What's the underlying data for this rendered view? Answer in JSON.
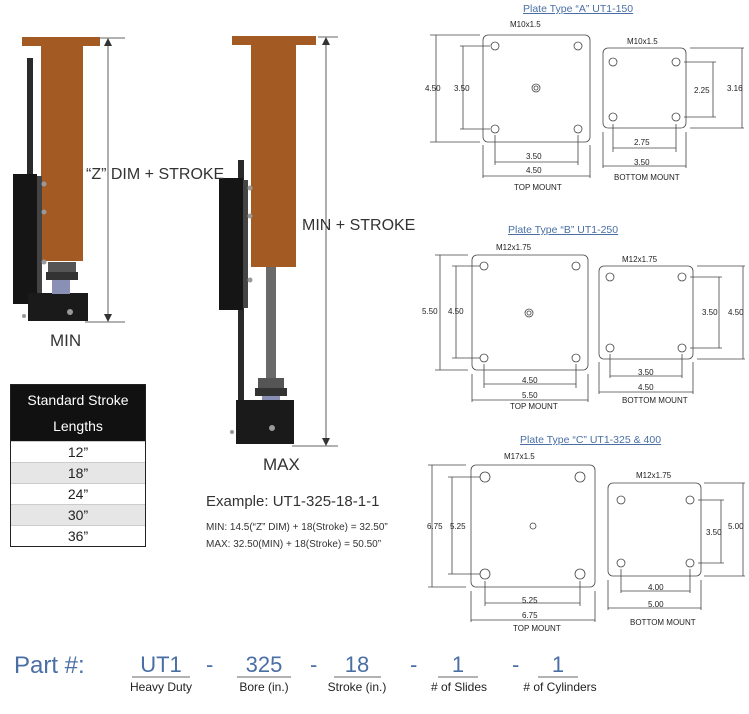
{
  "dimensions": {
    "z_dim_stroke": "“Z” DIM + STROKE",
    "min_stroke": "MIN + STROKE",
    "min": "MIN",
    "max": "MAX"
  },
  "stroke_table": {
    "title": "Standard Stroke Lengths",
    "rows": [
      "12”",
      "18”",
      "24”",
      "30”",
      "36”"
    ]
  },
  "example": {
    "title": "Example: UT1-325-18-1-1",
    "min_line": "MIN:  14.5(“Z” DIM) + 18(Stroke) = 32.50”",
    "max_line": "MAX: 32.50(MIN) + 18(Stroke) = 50.50”"
  },
  "plates": {
    "a": {
      "title": "Plate Type “A” UT1-150",
      "top_thread": "M10x1.5",
      "bottom_thread": "M10x1.5",
      "top_h_outer": "4.50",
      "top_h_inner": "3.50",
      "top_w_inner": "3.50",
      "top_w_outer": "4.50",
      "bot_h_inner": "2.25",
      "bot_h_outer": "3.16",
      "bot_w_inner": "2.75",
      "bot_w_outer": "3.50",
      "top_label": "TOP MOUNT",
      "bottom_label": "BOTTOM MOUNT"
    },
    "b": {
      "title": "Plate Type “B” UT1-250",
      "top_thread": "M12x1.75",
      "bottom_thread": "M12x1.75",
      "top_h_outer": "5.50",
      "top_h_inner": "4.50",
      "top_w_inner": "4.50",
      "top_w_outer": "5.50",
      "bot_h_inner": "3.50",
      "bot_h_outer": "4.50",
      "bot_w_inner": "3.50",
      "bot_w_outer": "4.50",
      "top_label": "TOP MOUNT",
      "bottom_label": "BOTTOM MOUNT"
    },
    "c": {
      "title": "Plate Type “C” UT1-325 & 400",
      "top_thread": "M17x1.5",
      "bottom_thread": "M12x1.75",
      "top_h_outer": "6.75",
      "top_h_inner": "5.25",
      "top_w_inner": "5.25",
      "top_w_outer": "6.75",
      "bot_h_inner": "3.50",
      "bot_h_outer": "5.00",
      "bot_w_inner": "4.00",
      "bot_w_outer": "5.00",
      "top_label": "TOP MOUNT",
      "bottom_label": "BOTTOM MOUNT"
    }
  },
  "part": {
    "label": "Part #:",
    "dash": "-",
    "segments": [
      {
        "code": "UT1",
        "desc": "Heavy Duty"
      },
      {
        "code": "325",
        "desc": "Bore (in.)"
      },
      {
        "code": "18",
        "desc": "Stroke (in.)"
      },
      {
        "code": "1",
        "desc": "# of Slides"
      },
      {
        "code": "1",
        "desc": "# of Cylinders"
      }
    ]
  },
  "colors": {
    "body_brown": "#a35a23",
    "bracket_black": "#1a1a1a",
    "link_blue": "#4a6fa5"
  }
}
